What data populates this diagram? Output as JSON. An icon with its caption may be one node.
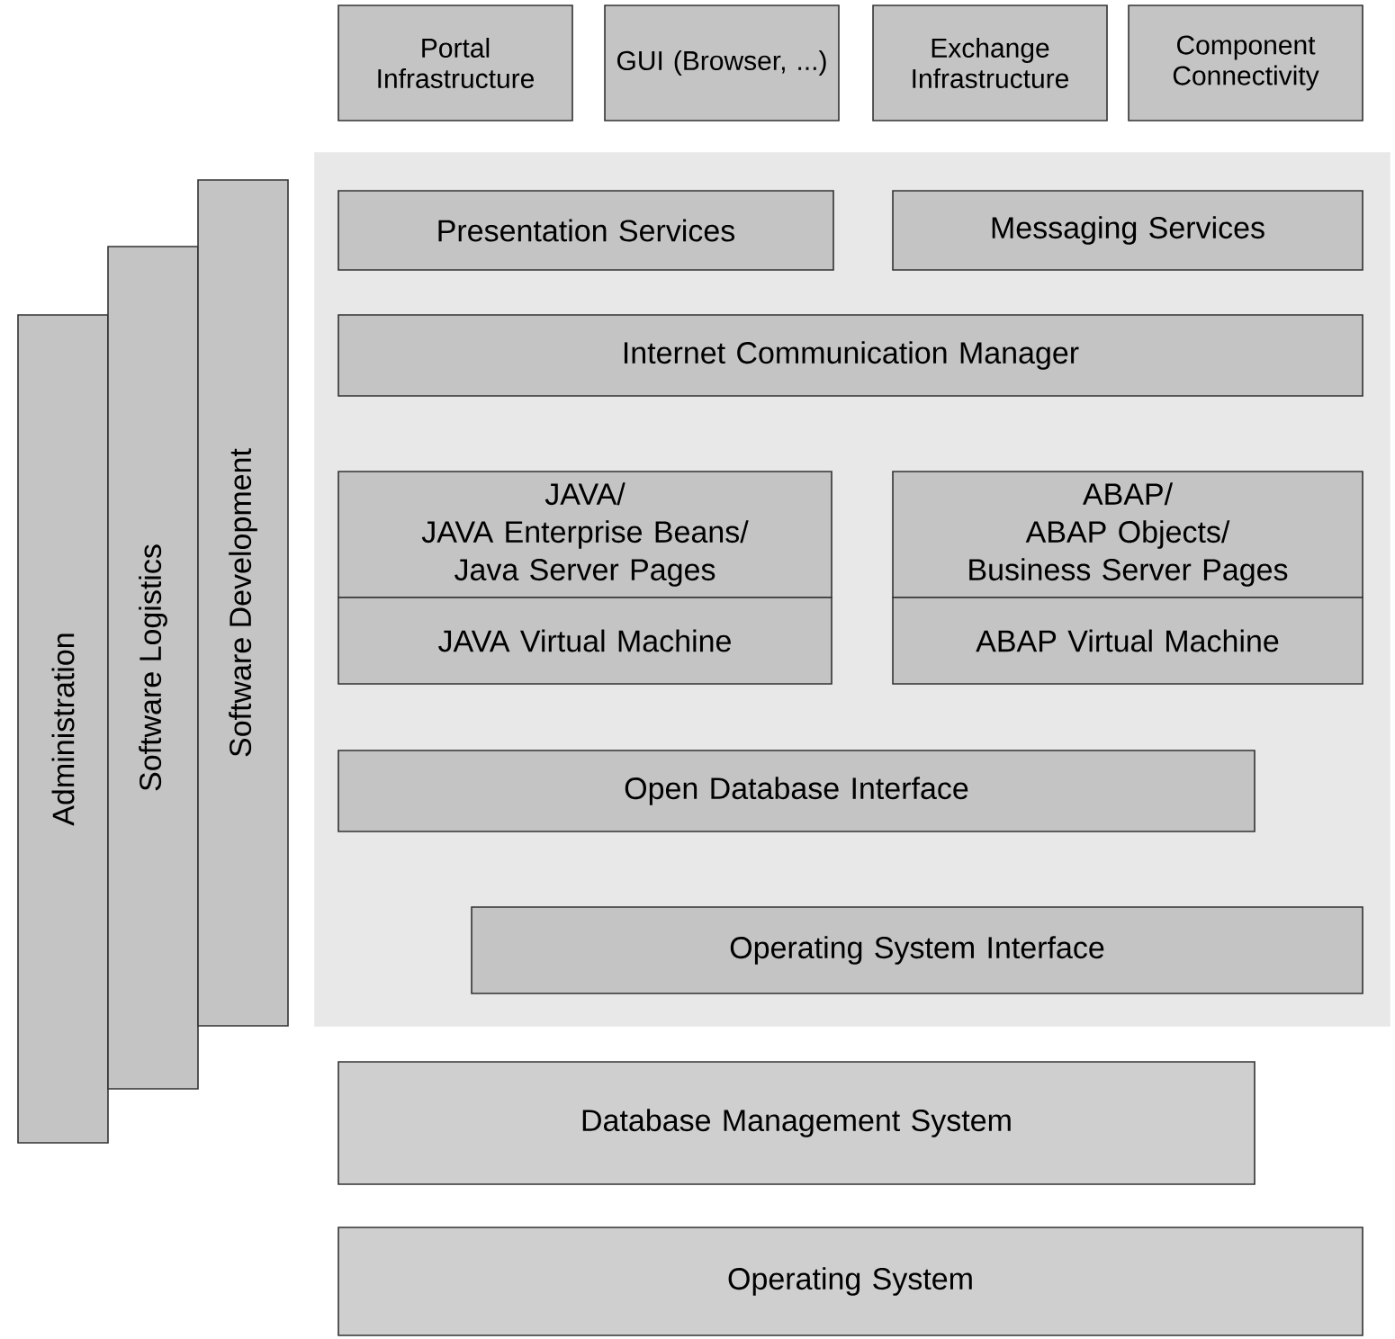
{
  "diagram": {
    "nodes": [
      {
        "text": [
          "Portal Infrastructure"
        ]
      },
      {
        "text": [
          "GUI (Browser, ...)"
        ]
      },
      {
        "text": [
          "Exchange Infrastructure"
        ]
      },
      {
        "text": [
          "Component Connectivity"
        ]
      },
      {
        "text": [
          "Administration"
        ]
      },
      {
        "text": [
          "Software Logistics"
        ]
      },
      {
        "text": [
          "Software Development"
        ]
      },
      {
        "text": [],
        "shape": "box"
      },
      {
        "text": [
          "Presentation Services"
        ],
        "in": 7
      },
      {
        "text": [
          "Messaging Services"
        ],
        "in": 7
      },
      {
        "text": [
          "Internet Communication Manager"
        ],
        "in": 7
      },
      {
        "text": [
          "JAVA/ JAVA Enterprise Beans/ Java Server Pages"
        ],
        "in": 7
      },
      {
        "text": [
          "JAVA Virtual Machine"
        ],
        "in": 7
      },
      {
        "text": [
          "ABAP/ ABAP Objects/ Business Server Pages"
        ],
        "in": 7
      },
      {
        "text": [
          "ABAP Virtual Machine"
        ],
        "in": 7
      },
      {
        "text": [
          "Open Database Interface"
        ],
        "in": 7
      },
      {
        "text": [
          "Operating System Interface"
        ],
        "in": 7
      },
      {
        "text": [
          "Database Management System"
        ]
      },
      {
        "text": [
          "Operating System"
        ]
      }
    ],
    "edges": []
  }
}
